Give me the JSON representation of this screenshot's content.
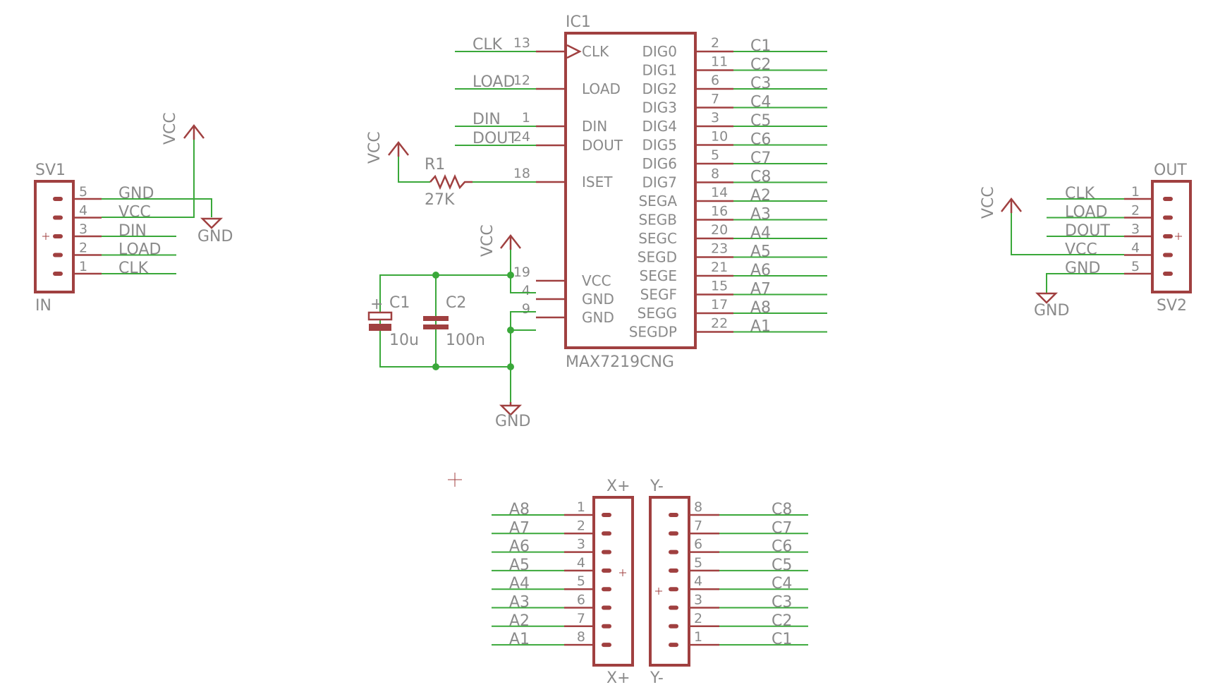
{
  "sv1": {
    "ref": "SV1",
    "value": "IN",
    "pins": [
      {
        "num": "5",
        "net": "GND"
      },
      {
        "num": "4",
        "net": "VCC"
      },
      {
        "num": "3",
        "net": "DIN"
      },
      {
        "num": "2",
        "net": "LOAD"
      },
      {
        "num": "1",
        "net": "CLK"
      }
    ],
    "vcc_label": "VCC",
    "gnd_label": "GND"
  },
  "sv2": {
    "ref": "SV2",
    "value": "OUT",
    "pins": [
      {
        "num": "1",
        "net": "CLK"
      },
      {
        "num": "2",
        "net": "LOAD"
      },
      {
        "num": "3",
        "net": "DOUT"
      },
      {
        "num": "4",
        "net": "VCC"
      },
      {
        "num": "5",
        "net": "GND"
      }
    ],
    "vcc_label": "VCC",
    "gnd_label": "GND"
  },
  "ic1": {
    "ref": "IC1",
    "value": "MAX7219CNG",
    "left_pins": [
      {
        "name": "CLK",
        "num": "13",
        "net": "CLK"
      },
      {
        "name": "LOAD",
        "num": "12",
        "net": "LOAD"
      },
      {
        "name": "DIN",
        "num": "1",
        "net": "DIN"
      },
      {
        "name": "DOUT",
        "num": "24",
        "net": "DOUT"
      },
      {
        "name": "ISET",
        "num": "18",
        "net": ""
      },
      {
        "name": "VCC",
        "num": "19",
        "net": ""
      },
      {
        "name": "GND",
        "num": "4",
        "net": ""
      },
      {
        "name": "GND",
        "num": "9",
        "net": ""
      }
    ],
    "right_pins": [
      {
        "name": "DIG0",
        "num": "2",
        "net": "C1"
      },
      {
        "name": "DIG1",
        "num": "11",
        "net": "C2"
      },
      {
        "name": "DIG2",
        "num": "6",
        "net": "C3"
      },
      {
        "name": "DIG3",
        "num": "7",
        "net": "C4"
      },
      {
        "name": "DIG4",
        "num": "3",
        "net": "C5"
      },
      {
        "name": "DIG5",
        "num": "10",
        "net": "C6"
      },
      {
        "name": "DIG6",
        "num": "5",
        "net": "C7"
      },
      {
        "name": "DIG7",
        "num": "8",
        "net": "C8"
      },
      {
        "name": "SEGA",
        "num": "14",
        "net": "A2"
      },
      {
        "name": "SEGB",
        "num": "16",
        "net": "A3"
      },
      {
        "name": "SEGC",
        "num": "20",
        "net": "A4"
      },
      {
        "name": "SEGD",
        "num": "23",
        "net": "A5"
      },
      {
        "name": "SEGE",
        "num": "21",
        "net": "A6"
      },
      {
        "name": "SEGF",
        "num": "15",
        "net": "A7"
      },
      {
        "name": "SEGG",
        "num": "17",
        "net": "A8"
      },
      {
        "name": "SEGDP",
        "num": "22",
        "net": "A1"
      }
    ]
  },
  "r1": {
    "ref": "R1",
    "value": "27K",
    "vcc_label": "VCC"
  },
  "c1": {
    "ref": "C1",
    "value": "10u"
  },
  "c2": {
    "ref": "C2",
    "value": "100n"
  },
  "power": {
    "vcc_label": "VCC",
    "gnd_label": "GND"
  },
  "xconn": {
    "top_label": "X+",
    "bottom_label": "X+",
    "pins": [
      {
        "num": "1",
        "net": "A8"
      },
      {
        "num": "2",
        "net": "A7"
      },
      {
        "num": "3",
        "net": "A6"
      },
      {
        "num": "4",
        "net": "A5"
      },
      {
        "num": "5",
        "net": "A4"
      },
      {
        "num": "6",
        "net": "A3"
      },
      {
        "num": "7",
        "net": "A2"
      },
      {
        "num": "8",
        "net": "A1"
      }
    ]
  },
  "yconn": {
    "top_label": "Y-",
    "bottom_label": "Y-",
    "pins": [
      {
        "num": "8",
        "net": "C8"
      },
      {
        "num": "7",
        "net": "C7"
      },
      {
        "num": "6",
        "net": "C6"
      },
      {
        "num": "5",
        "net": "C5"
      },
      {
        "num": "4",
        "net": "C4"
      },
      {
        "num": "3",
        "net": "C3"
      },
      {
        "num": "2",
        "net": "C2"
      },
      {
        "num": "1",
        "net": "C1"
      }
    ]
  }
}
